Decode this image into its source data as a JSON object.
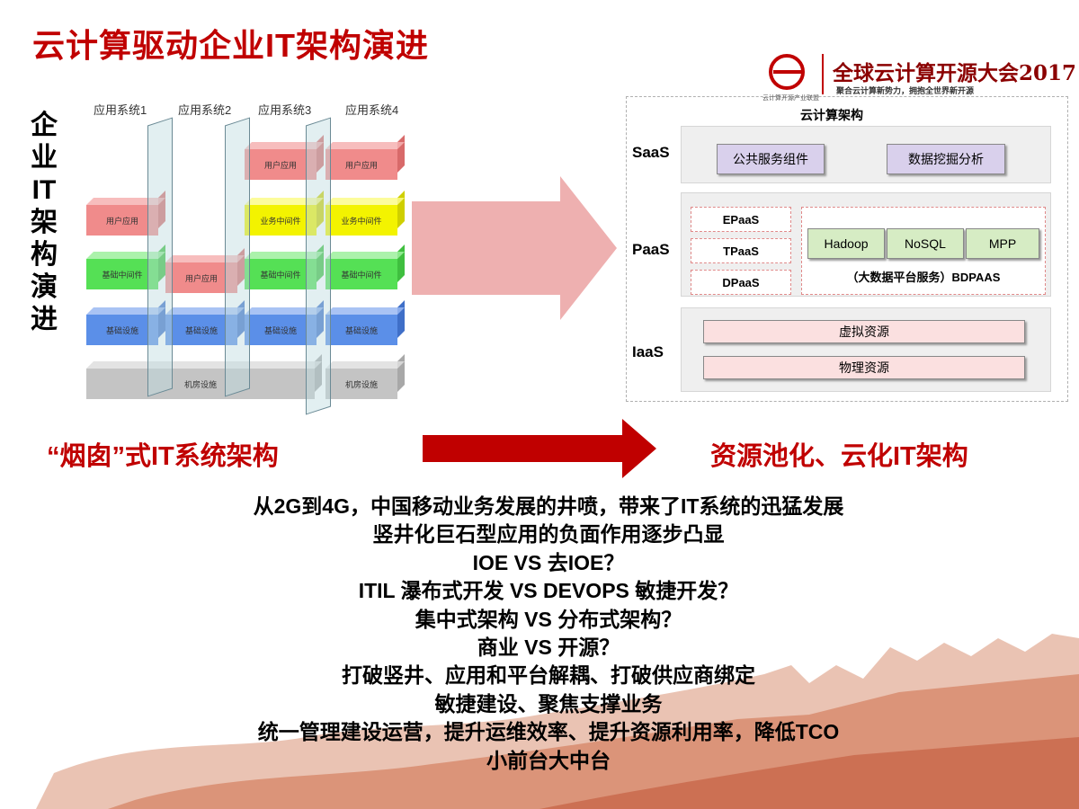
{
  "title": "云计算驱动企业IT架构演进",
  "vertical_title": "企业IT架构演进",
  "left_diagram": {
    "systems": [
      "应用系统1",
      "应用系统2",
      "应用系统3",
      "应用系统4"
    ],
    "boxes": {
      "user_app": "用户应用",
      "middleware": "业务中间件",
      "base_middleware": "基础中间件",
      "infra": "基础设施",
      "datacenter": "机房设施"
    }
  },
  "right_diagram": {
    "title": "云计算架构",
    "saas_label": "SaaS",
    "paas_label": "PaaS",
    "iaas_label": "IaaS",
    "saas_items": [
      "公共服务组件",
      "数据挖掘分析"
    ],
    "paas_left": [
      "EPaaS",
      "TPaaS",
      "DPaaS"
    ],
    "paas_big": [
      "Hadoop",
      "NoSQL",
      "MPP"
    ],
    "bdpaas": "（大数据平台服务）BDPAAS",
    "iaas_items": [
      "虚拟资源",
      "物理资源"
    ]
  },
  "logo": {
    "name": "全球云计算开源大会2017",
    "tagline": "聚合云计算新势力，拥抱全世界新开源",
    "org": "云计算开源产业联盟"
  },
  "subtitle_left": "“烟囱”式IT系统架构",
  "subtitle_right": "资源池化、云化IT架构",
  "bullets": [
    "从2G到4G，中国移动业务发展的井喷，带来了IT系统的迅猛发展",
    "竖井化巨石型应用的负面作用逐步凸显",
    "IOE VS 去IOE？",
    "ITIL 瀑布式开发 VS DEVOPS 敏捷开发？",
    "集中式架构  VS  分布式架构？",
    "商业 VS 开源？",
    "打破竖井、应用和平台解耦、打破供应商绑定",
    "敏捷建设、聚焦支撑业务",
    "统一管理建设运营，提升运维效率、提升资源利用率，降低TCO",
    "小前台大中台"
  ],
  "colors": {
    "accent": "#c00000"
  }
}
